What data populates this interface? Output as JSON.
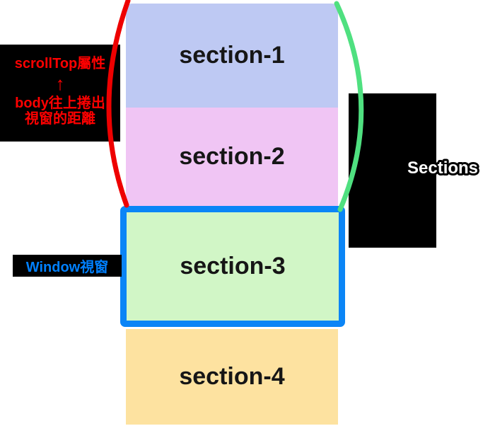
{
  "diagram": {
    "sections": [
      {
        "label": "section-1",
        "color": "#bec9f3"
      },
      {
        "label": "section-2",
        "color": "#f0c5f4"
      },
      {
        "label": "section-3",
        "color": "#d1f6c6"
      },
      {
        "label": "section-4",
        "color": "#fde2a0"
      }
    ],
    "scroll_annotation": {
      "bg_color": "#000000",
      "text_color": "#ff0000",
      "line1": "scrollTop屬性",
      "arrow": "↑",
      "line2": "body往上捲出",
      "line3": "視窗的距離"
    },
    "window_annotation": {
      "bg_color": "#000000",
      "text_color": "#0080ff",
      "label": "Window視窗"
    },
    "right_annotation": {
      "bg_color": "#000000",
      "label": "Sections",
      "text_color": "#ffffff",
      "outline_color": "#000000"
    },
    "viewport": {
      "border_color": "#0b85f6"
    },
    "curves": {
      "left_color": "#ee0000",
      "right_color": "#4fe080"
    }
  }
}
